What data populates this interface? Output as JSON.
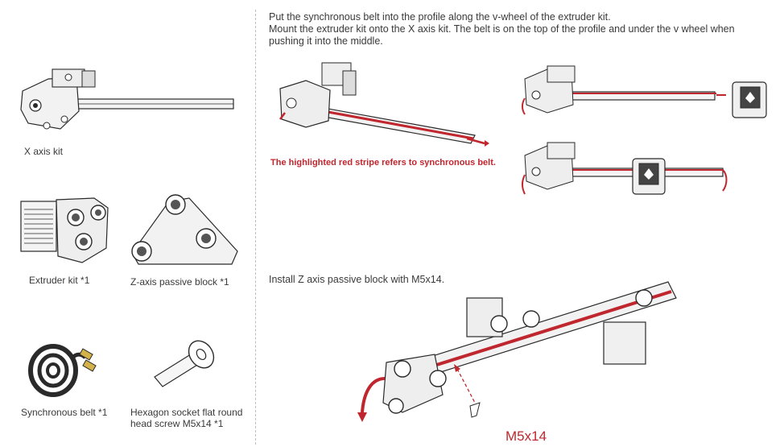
{
  "parts": {
    "x_axis_kit": "X axis kit",
    "extruder_kit": "Extruder kit *1",
    "z_passive_block": "Z-axis passive block *1",
    "sync_belt": "Synchronous belt *1",
    "screw_line1": "Hexagon socket flat round",
    "screw_line2": "head screw M5x14 *1"
  },
  "steps": {
    "belt_line1": "Put the synchronous belt into the profile along the v-wheel of the extruder kit.",
    "belt_line2": "Mount the extruder kit onto the X axis kit. The belt is on the top of the profile and under the v wheel when",
    "belt_line3": "pushing it into the middle.",
    "red_note": "The highlighted red stripe refers to synchronous belt.",
    "install_z": "Install Z axis passive block with M5x14.",
    "screw_callout": "M5x14"
  },
  "colors": {
    "belt_red": "#c0262d",
    "line_art": "#2a2a2a",
    "divider": "#bdbdbd"
  }
}
